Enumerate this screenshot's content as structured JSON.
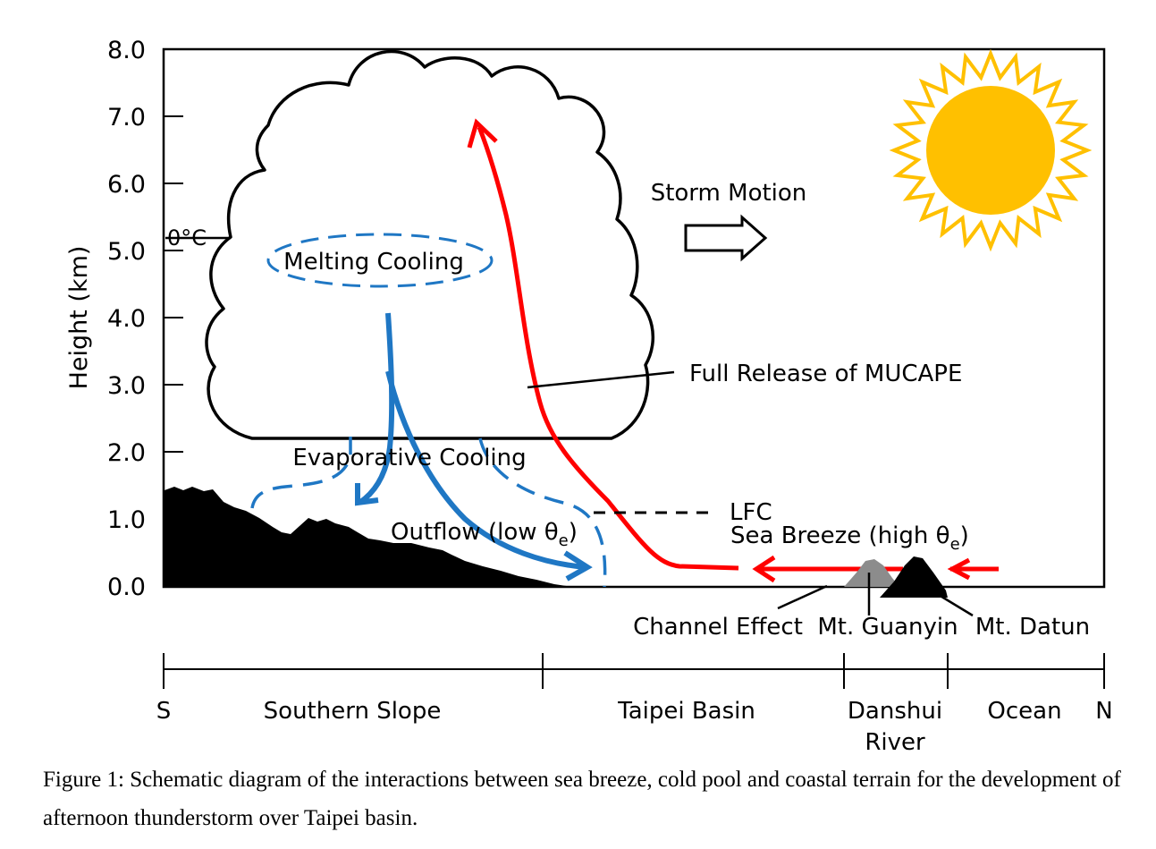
{
  "axis": {
    "ylabel": "Height (km)",
    "ticks": [
      "8.0",
      "7.0",
      "6.0",
      "5.0",
      "4.0",
      "3.0",
      "2.0",
      "1.0",
      "0.0"
    ]
  },
  "labels": {
    "freezing_level": "0°C",
    "melting_cooling": "Melting Cooling",
    "storm_motion": "Storm Motion",
    "full_release": "Full Release of MUCAPE",
    "evaporative_cooling": "Evaporative Cooling",
    "lfc": "LFC",
    "outflow": "Outflow (low θ",
    "outflow_sub": "e",
    "outflow_close": ")",
    "sea_breeze": "Sea Breeze (high θ",
    "sea_breeze_sub": "e",
    "sea_breeze_close": ")",
    "channel_effect": "Channel Effect",
    "mt_guanyin": "Mt. Guanyin",
    "mt_datun": "Mt. Datun"
  },
  "regions": {
    "south": "S",
    "southern_slope": "Southern Slope",
    "taipei_basin": "Taipei Basin",
    "danshui_1": "Danshui",
    "danshui_2": "River",
    "ocean": "Ocean",
    "north": "N"
  },
  "caption": "Figure 1: Schematic diagram of the interactions between sea breeze, cold pool and coastal terrain for the development of afternoon thunderstorm over Taipei basin.",
  "colors": {
    "warm_air": "#ff0000",
    "cold_air": "#1f77c4",
    "sun": "#ffc000",
    "terrain": "#000000",
    "guanyin": "#8c8c8c"
  }
}
